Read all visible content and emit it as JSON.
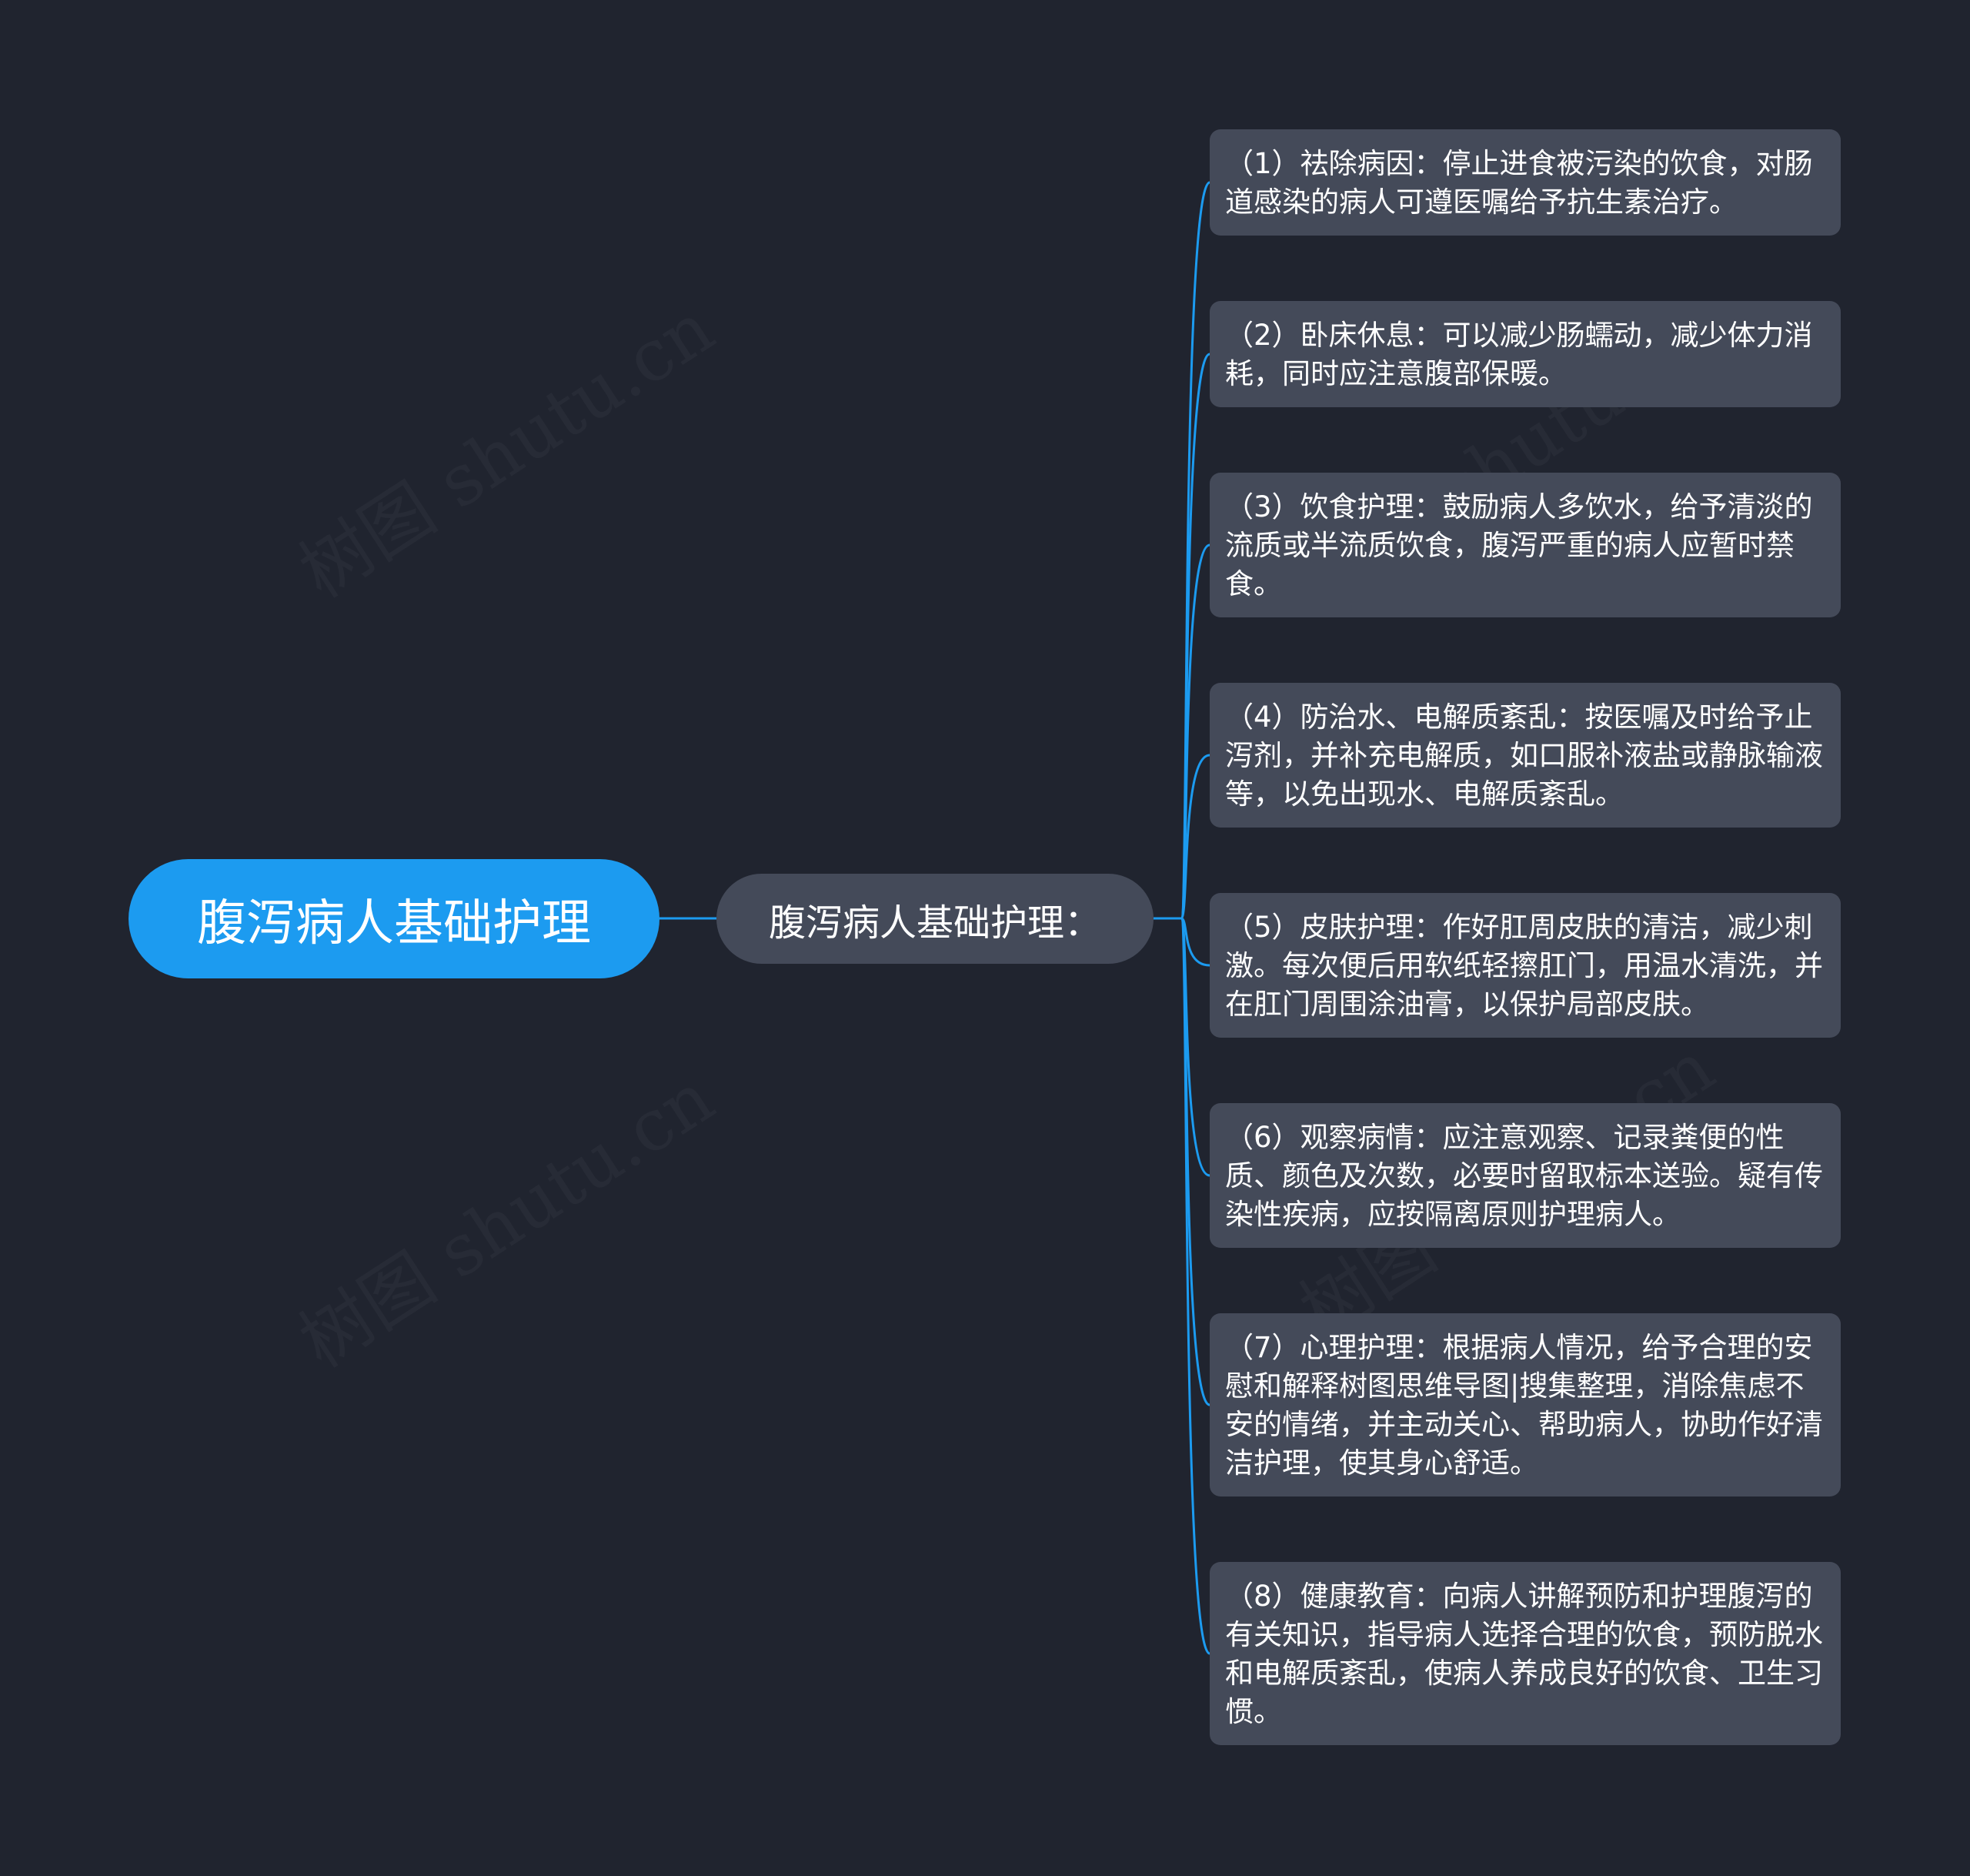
{
  "watermark": "树图 shutu.cn",
  "colors": {
    "background": "#20242f",
    "root_fill": "#1c9bf0",
    "node_fill": "#444a59",
    "connector": "#1c9bf0",
    "text": "#ffffff"
  },
  "root": {
    "label": "腹泻病人基础护理"
  },
  "branch": {
    "label": "腹泻病人基础护理："
  },
  "leaves": [
    {
      "text": "（1）祛除病因：停止进食被污染的饮食，对肠道感染的病人可遵医嘱给予抗生素治疗。"
    },
    {
      "text": "（2）卧床休息：可以减少肠蠕动，减少体力消耗，同时应注意腹部保暖。"
    },
    {
      "text": "（3）饮食护理：鼓励病人多饮水，给予清淡的流质或半流质饮食，腹泻严重的病人应暂时禁食。"
    },
    {
      "text": "（4）防治水、电解质紊乱：按医嘱及时给予止泻剂，并补充电解质，如口服补液盐或静脉输液等，以免出现水、电解质紊乱。"
    },
    {
      "text": "（5）皮肤护理：作好肛周皮肤的清洁，减少刺激。每次便后用软纸轻擦肛门，用温水清洗，并在肛门周围涂油膏，以保护局部皮肤。"
    },
    {
      "text": "（6）观察病情：应注意观察、记录粪便的性质、颜色及次数，必要时留取标本送验。疑有传染性疾病，应按隔离原则护理病人。"
    },
    {
      "text": "（7）心理护理：根据病人情况，给予合理的安慰和解释树图思维导图|搜集整理，消除焦虑不安的情绪，并主动关心、帮助病人，协助作好清洁护理，使其身心舒适。"
    },
    {
      "text": "（8）健康教育：向病人讲解预防和护理腹泻的有关知识，指导病人选择合理的饮食，预防脱水和电解质紊乱，使病人养成良好的饮食、卫生习惯。"
    }
  ]
}
